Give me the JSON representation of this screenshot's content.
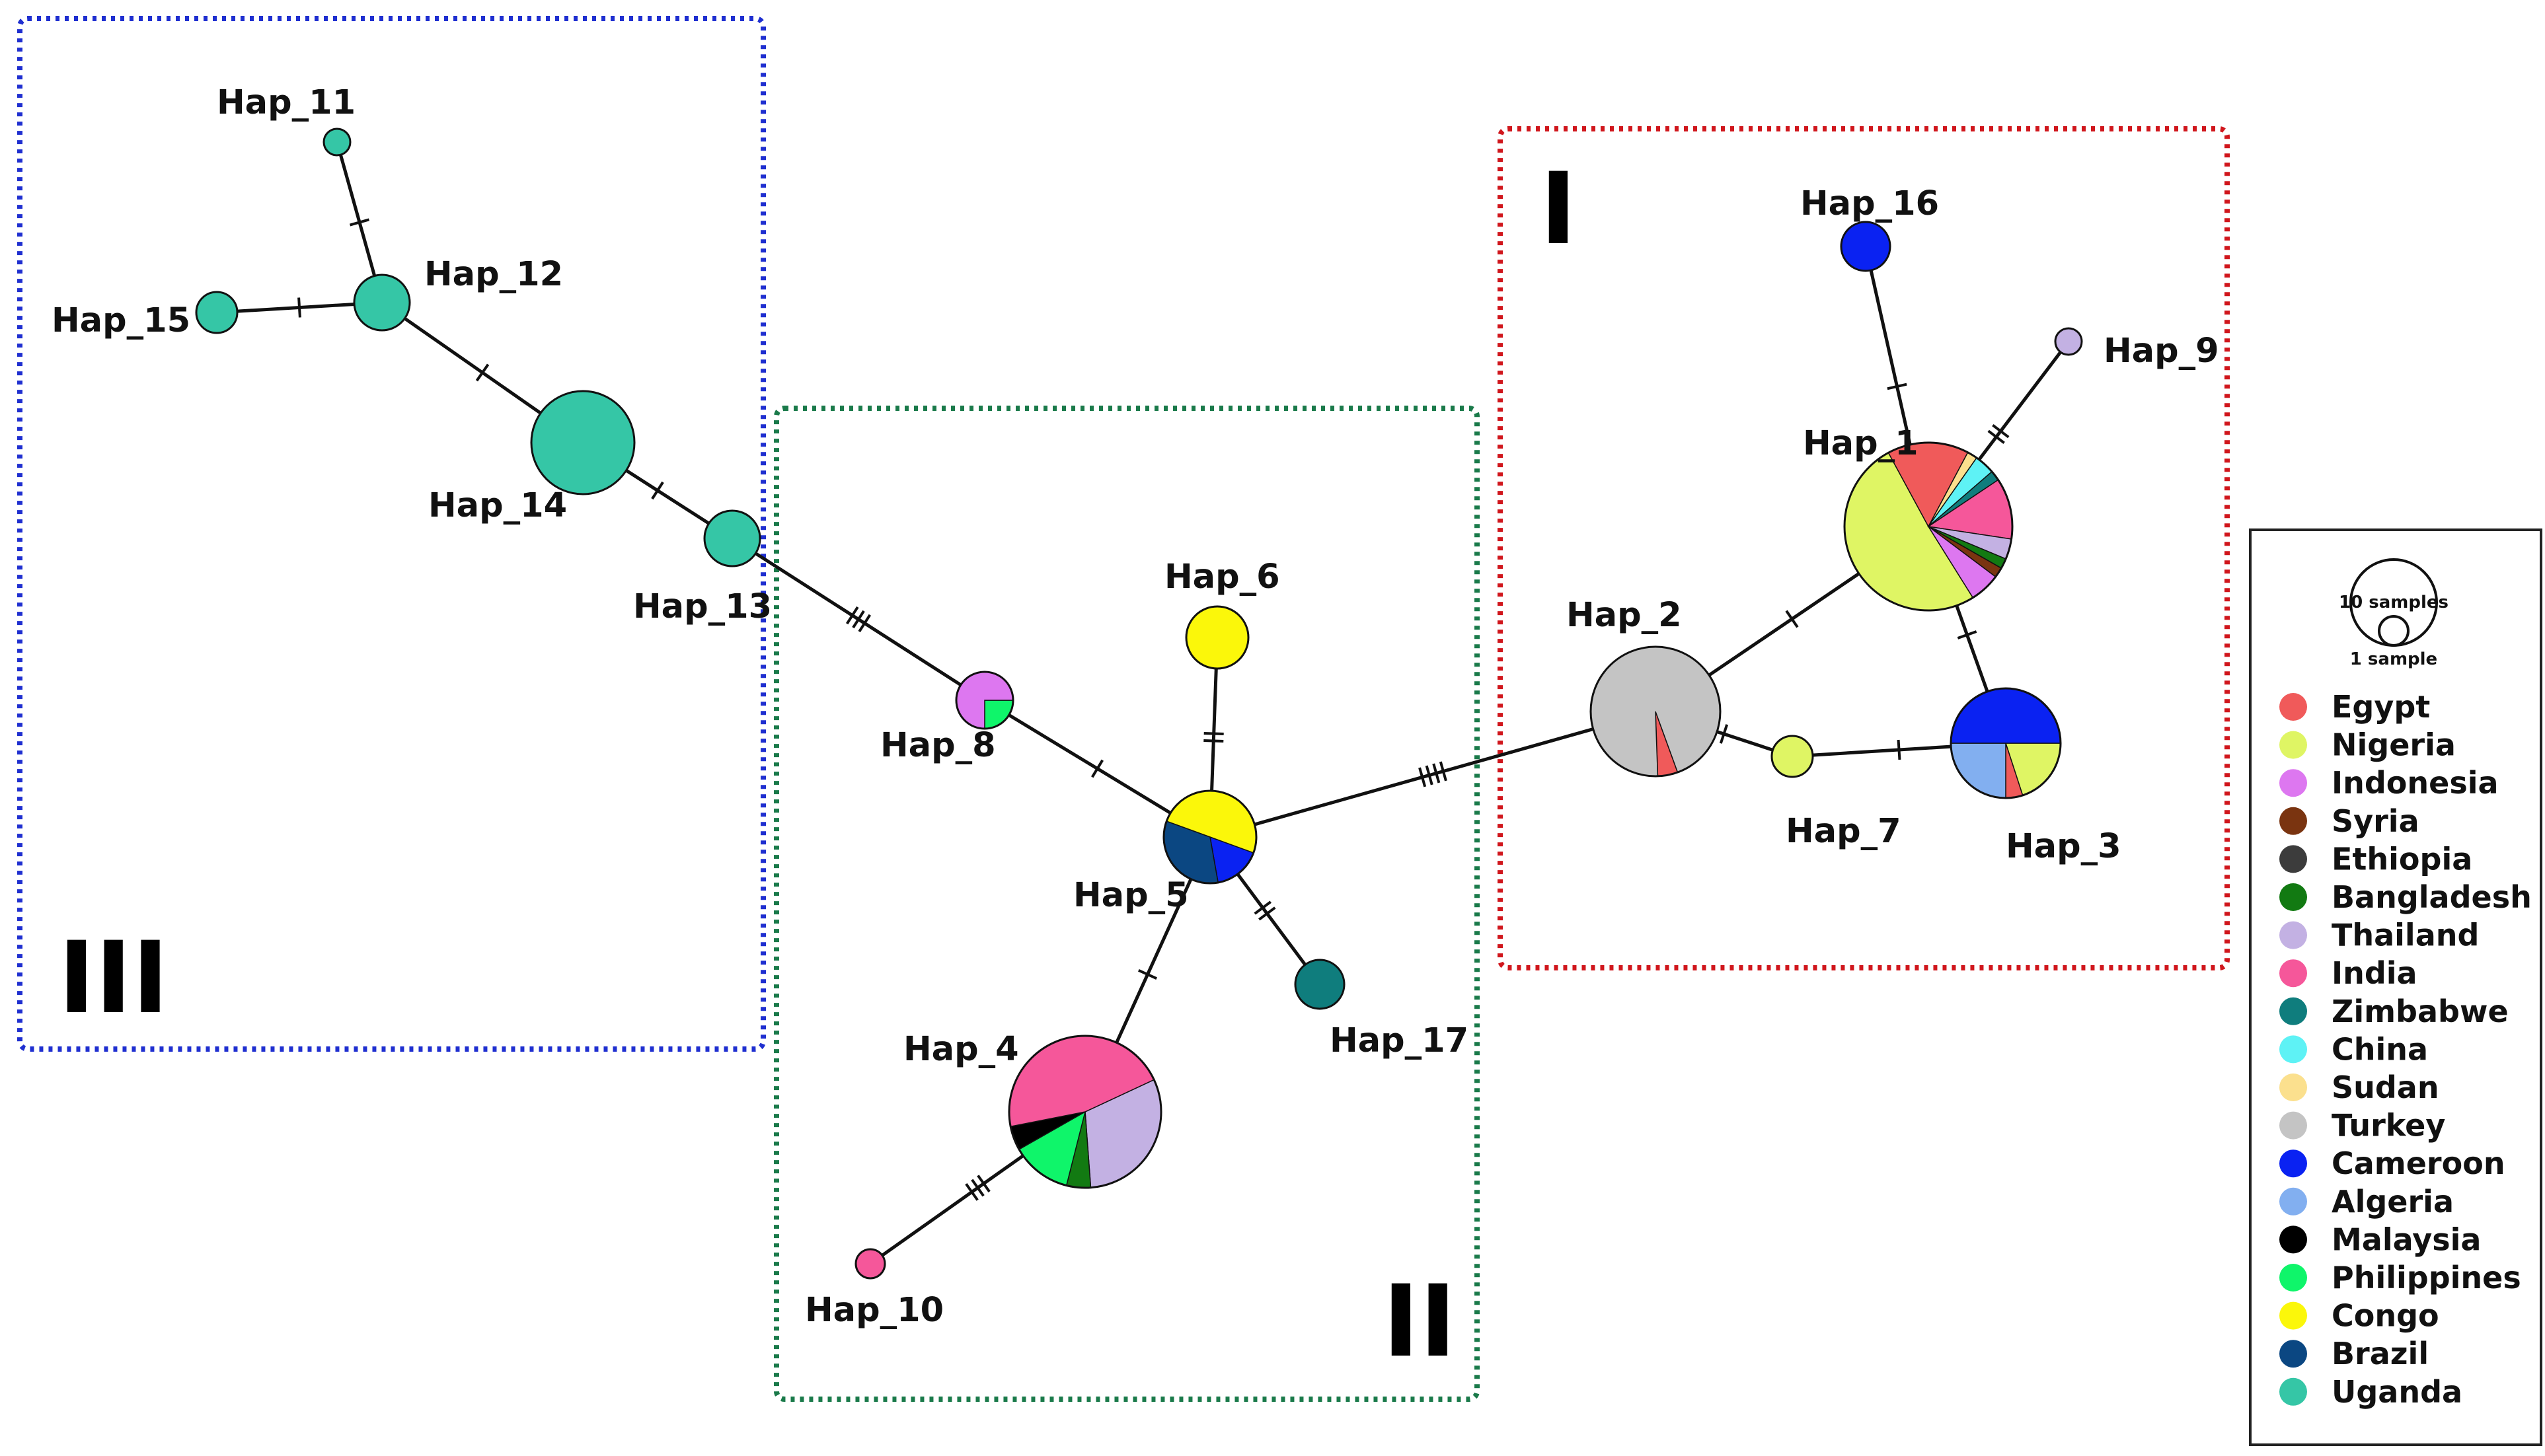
{
  "diagram": {
    "clusters": [
      {
        "id": "III",
        "label": "III",
        "color": "#1f2fd0"
      },
      {
        "id": "II",
        "label": "II",
        "color": "#1a7a4a"
      },
      {
        "id": "I",
        "label": "I",
        "color": "#d0161c"
      }
    ],
    "countries": [
      {
        "name": "Egypt",
        "color": "#f05a5a"
      },
      {
        "name": "Nigeria",
        "color": "#dff564"
      },
      {
        "name": "Indonesia",
        "color": "#dd77f0"
      },
      {
        "name": "Syria",
        "color": "#7a3410"
      },
      {
        "name": "Ethiopia",
        "color": "#3c3c3c"
      },
      {
        "name": "Bangladesh",
        "color": "#127a12"
      },
      {
        "name": "Thailand",
        "color": "#c3b1e3"
      },
      {
        "name": "India",
        "color": "#f5579a"
      },
      {
        "name": "Zimbabwe",
        "color": "#0f7d7d"
      },
      {
        "name": "China",
        "color": "#5ef2f5"
      },
      {
        "name": "Sudan",
        "color": "#fbe08e"
      },
      {
        "name": "Turkey",
        "color": "#c4c4c4"
      },
      {
        "name": "Cameroon",
        "color": "#0a22f2"
      },
      {
        "name": "Algeria",
        "color": "#82aff0"
      },
      {
        "name": "Malaysia",
        "color": "#000000"
      },
      {
        "name": "Philippines",
        "color": "#0ff56a"
      },
      {
        "name": "Congo",
        "color": "#fbf70a"
      },
      {
        "name": "Brazil",
        "color": "#0b4782"
      },
      {
        "name": "Uganda",
        "color": "#35c6a6"
      }
    ],
    "size_legend": {
      "large": "10 samples",
      "small": "1 sample"
    },
    "haplotypes": [
      {
        "id": "Hap_1",
        "label": "Hap_1",
        "composition": [
          {
            "country": "Nigeria",
            "count": 13
          },
          {
            "country": "Egypt",
            "count": 4
          },
          {
            "country": "Sudan",
            "count": 0.5
          },
          {
            "country": "China",
            "count": 1
          },
          {
            "country": "Zimbabwe",
            "count": 0.5
          },
          {
            "country": "India",
            "count": 3
          },
          {
            "country": "Thailand",
            "count": 1
          },
          {
            "country": "Bangladesh",
            "count": 0.5
          },
          {
            "country": "Syria",
            "count": 0.5
          },
          {
            "country": "Indonesia",
            "count": 1.5
          }
        ]
      },
      {
        "id": "Hap_2",
        "label": "Hap_2",
        "composition": [
          {
            "country": "Egypt",
            "count": 1
          },
          {
            "country": "Turkey",
            "count": 19
          }
        ]
      },
      {
        "id": "Hap_3",
        "label": "Hap_3",
        "composition": [
          {
            "country": "Nigeria",
            "count": 2
          },
          {
            "country": "Egypt",
            "count": 0.5
          },
          {
            "country": "Algeria",
            "count": 2.5
          },
          {
            "country": "Cameroon",
            "count": 5
          }
        ]
      },
      {
        "id": "Hap_4",
        "label": "Hap_4",
        "composition": [
          {
            "country": "Thailand",
            "count": 6
          },
          {
            "country": "Bangladesh",
            "count": 1
          },
          {
            "country": "Philippines",
            "count": 2.5
          },
          {
            "country": "Malaysia",
            "count": 1
          },
          {
            "country": "India",
            "count": 9
          }
        ]
      },
      {
        "id": "Hap_5",
        "label": "Hap_5",
        "composition": [
          {
            "country": "Cameroon",
            "count": 1
          },
          {
            "country": "Brazil",
            "count": 2
          },
          {
            "country": "Congo",
            "count": 3
          }
        ]
      },
      {
        "id": "Hap_6",
        "label": "Hap_6",
        "composition": [
          {
            "country": "Congo",
            "count": 3
          }
        ]
      },
      {
        "id": "Hap_7",
        "label": "Hap_7",
        "composition": [
          {
            "country": "Nigeria",
            "count": 1
          }
        ]
      },
      {
        "id": "Hap_8",
        "label": "Hap_8",
        "composition": [
          {
            "country": "Philippines",
            "count": 0.5
          },
          {
            "country": "Indonesia",
            "count": 1.5
          }
        ]
      },
      {
        "id": "Hap_9",
        "label": "Hap_9",
        "composition": [
          {
            "country": "Thailand",
            "count": 0.5
          }
        ]
      },
      {
        "id": "Hap_10",
        "label": "Hap_10",
        "composition": [
          {
            "country": "India",
            "count": 0.5
          }
        ]
      },
      {
        "id": "Hap_11",
        "label": "Hap_11",
        "composition": [
          {
            "country": "Uganda",
            "count": 0.5
          }
        ]
      },
      {
        "id": "Hap_12",
        "label": "Hap_12",
        "composition": [
          {
            "country": "Uganda",
            "count": 2
          }
        ]
      },
      {
        "id": "Hap_13",
        "label": "Hap_13",
        "composition": [
          {
            "country": "Uganda",
            "count": 2
          }
        ]
      },
      {
        "id": "Hap_14",
        "label": "Hap_14",
        "composition": [
          {
            "country": "Uganda",
            "count": 7
          }
        ]
      },
      {
        "id": "Hap_15",
        "label": "Hap_15",
        "composition": [
          {
            "country": "Uganda",
            "count": 1
          }
        ]
      },
      {
        "id": "Hap_16",
        "label": "Hap_16",
        "composition": [
          {
            "country": "Cameroon",
            "count": 1.5
          }
        ]
      },
      {
        "id": "Hap_17",
        "label": "Hap_17",
        "composition": [
          {
            "country": "Zimbabwe",
            "count": 1.5
          }
        ]
      }
    ],
    "edges": [
      {
        "from": "Hap_11",
        "to": "Hap_12",
        "mutations": 1
      },
      {
        "from": "Hap_15",
        "to": "Hap_12",
        "mutations": 1
      },
      {
        "from": "Hap_12",
        "to": "Hap_14",
        "mutations": 1
      },
      {
        "from": "Hap_14",
        "to": "Hap_13",
        "mutations": 1
      },
      {
        "from": "Hap_13",
        "to": "Hap_8",
        "mutations": 3
      },
      {
        "from": "Hap_8",
        "to": "Hap_5",
        "mutations": 1
      },
      {
        "from": "Hap_6",
        "to": "Hap_5",
        "mutations": 2
      },
      {
        "from": "Hap_5",
        "to": "Hap_17",
        "mutations": 2
      },
      {
        "from": "Hap_5",
        "to": "Hap_4",
        "mutations": 1
      },
      {
        "from": "Hap_4",
        "to": "Hap_10",
        "mutations": 3
      },
      {
        "from": "Hap_5",
        "to": "Hap_2",
        "mutations": 4
      },
      {
        "from": "Hap_2",
        "to": "Hap_1",
        "mutations": 1
      },
      {
        "from": "Hap_2",
        "to": "Hap_7",
        "mutations": 1
      },
      {
        "from": "Hap_7",
        "to": "Hap_3",
        "mutations": 1
      },
      {
        "from": "Hap_16",
        "to": "Hap_1",
        "mutations": 1
      },
      {
        "from": "Hap_1",
        "to": "Hap_9",
        "mutations": 2
      },
      {
        "from": "Hap_1",
        "to": "Hap_3",
        "mutations": 1
      }
    ]
  }
}
